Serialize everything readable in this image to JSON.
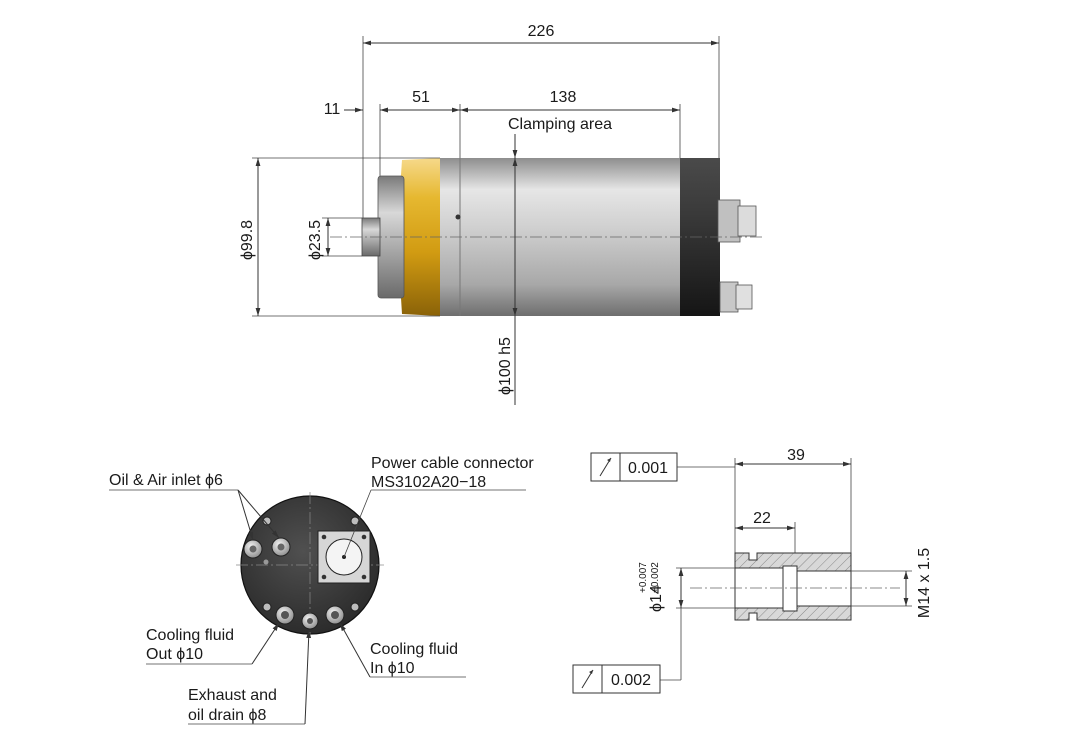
{
  "top_view": {
    "dim_overall": "226",
    "dim_nose": "11",
    "dim_front": "51",
    "dim_body": "138",
    "clamping_label": "Clamping area",
    "dim_outer_dia": "ϕ99.8",
    "dim_shaft_dia": "ϕ23.5",
    "dim_clamp_dia": "ϕ100  h5"
  },
  "end_view": {
    "oil_air_label": "Oil & Air inlet ϕ6",
    "power_label_1": "Power cable connector",
    "power_label_2": "MS3102A20−18",
    "cool_out_1": "Cooling fluid",
    "cool_out_2": "Out ϕ10",
    "exhaust_1": "Exhaust and",
    "exhaust_2": "oil drain ϕ8",
    "cool_in_1": "Cooling fluid",
    "cool_in_2": "In ϕ10"
  },
  "section_view": {
    "runout_1": "0.001",
    "runout_2": "0.002",
    "dim_length_39": "39",
    "dim_length_22": "22",
    "dim_bore_base": "ϕ14",
    "dim_bore_tol_upper": "+0.007",
    "dim_bore_tol_lower": "+0.002",
    "dim_thread": "M14 x 1.5"
  },
  "colors": {
    "gold_band": "#d9a81a",
    "steel_body": "#b9b9b9",
    "dark_cap": "#2b2b2b",
    "end_face": "#3a3a3a",
    "hatch": "#999999"
  }
}
